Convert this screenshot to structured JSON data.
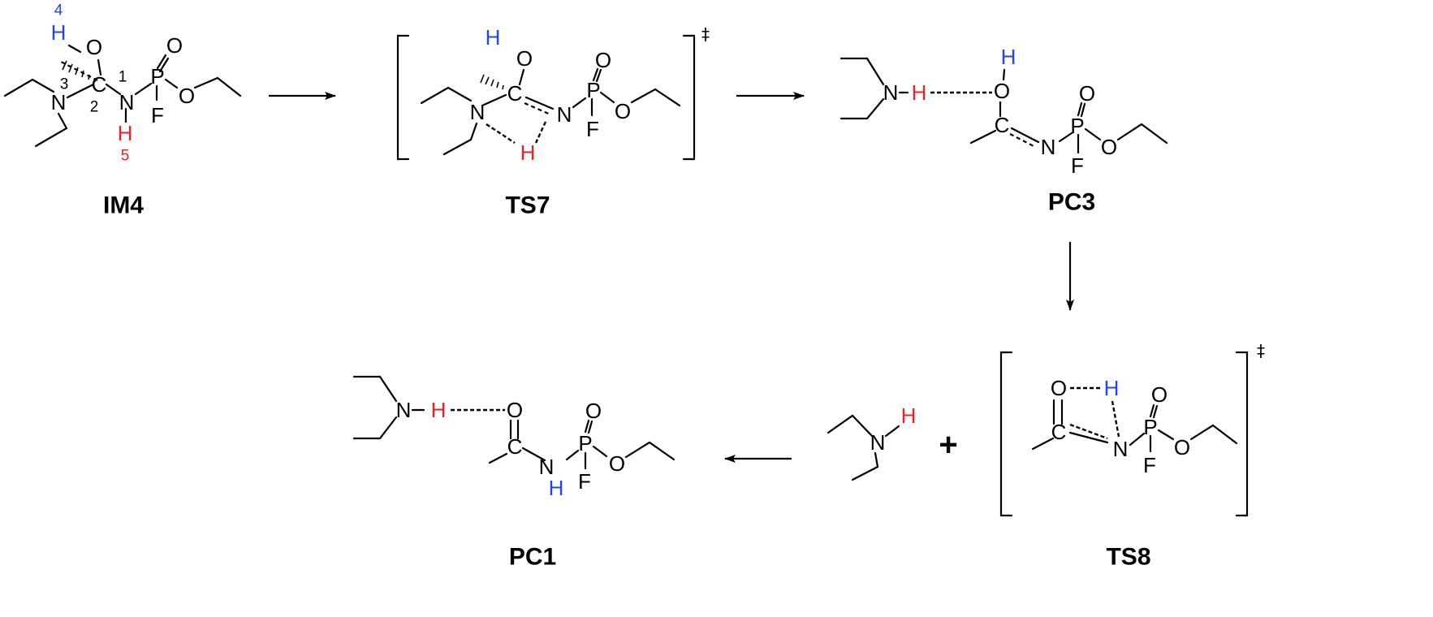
{
  "labels": {
    "im4": "IM4",
    "ts7": "TS7",
    "pc3": "PC3",
    "ts8": "TS8",
    "pc1": "PC1"
  },
  "atoms": {
    "O": "O",
    "N": "N",
    "C": "C",
    "P": "P",
    "F": "F",
    "H": "H"
  },
  "numbers": {
    "n1": "1",
    "n2": "2",
    "n3": "3",
    "n4": "4",
    "n5": "5"
  },
  "symbols": {
    "dagger": "‡",
    "plus": "+"
  },
  "colors": {
    "blue_h": "#2346e8",
    "red_h": "#e8222b"
  }
}
